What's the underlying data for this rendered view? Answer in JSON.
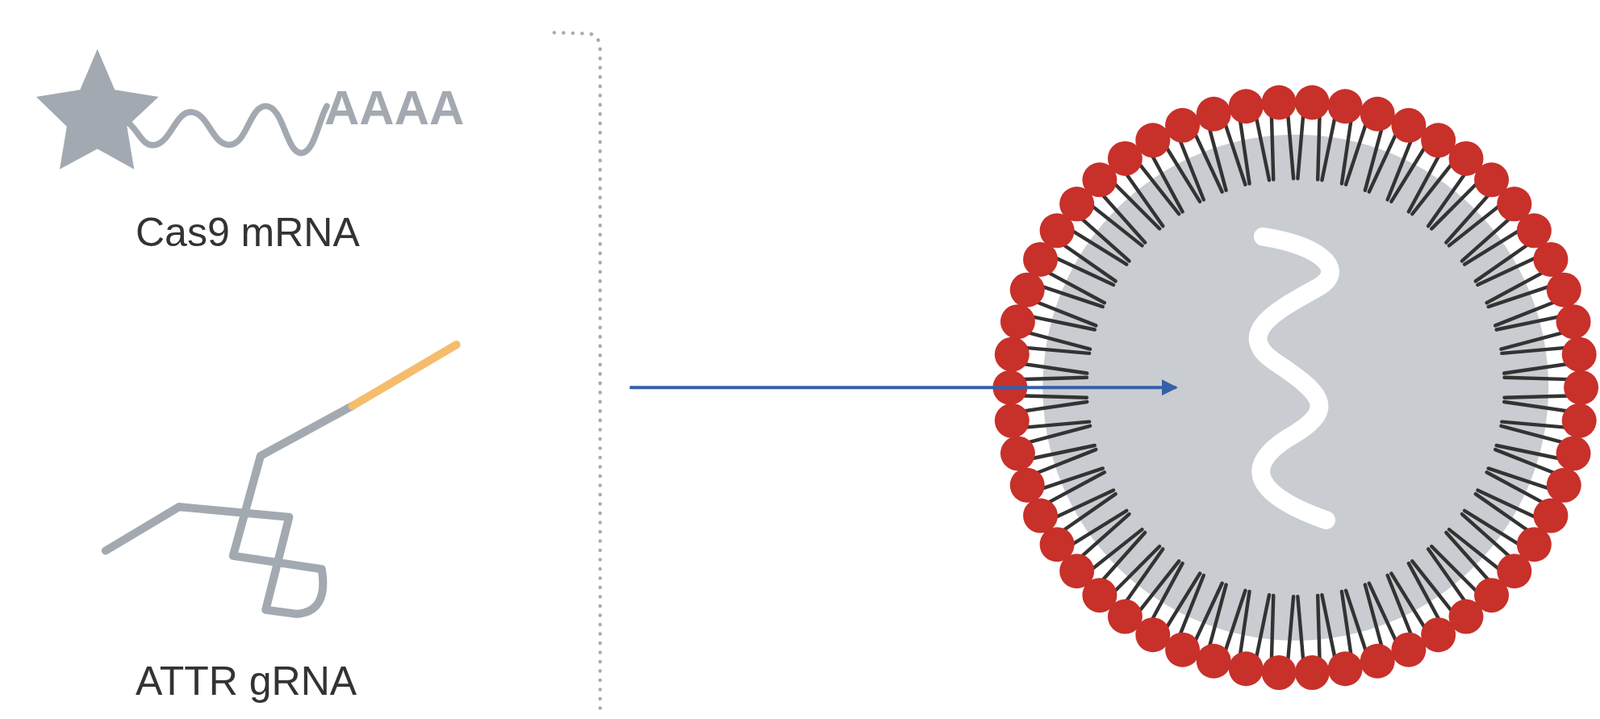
{
  "diagram": {
    "labels": [
      "AAAA",
      "Cas9 mRNA",
      "ATTR gRNA"
    ]
  }
}
